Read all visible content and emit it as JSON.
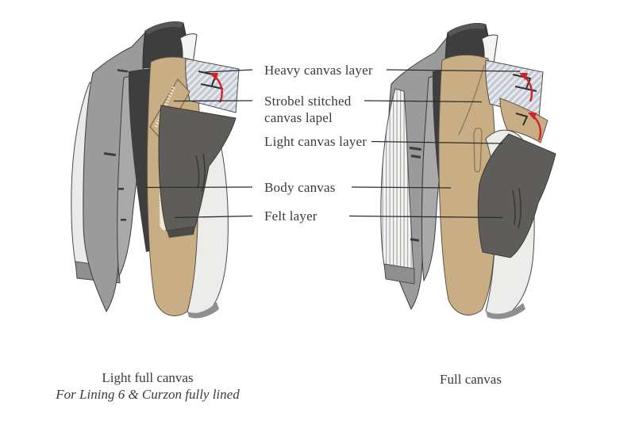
{
  "diagram": {
    "type": "labeled-illustration",
    "subject": "Suit jacket canvas construction comparison (light full canvas vs full canvas)",
    "layer_labels": {
      "heavy": "Heavy canvas layer",
      "strobel": "Strobel stitched canvas lapel",
      "light": "Light canvas layer",
      "body": "Body canvas",
      "felt": "Felt layer"
    },
    "captions": {
      "left_title": "Light full canvas",
      "left_subtitle": "For Lining 6 & Curzon fully lined",
      "right_title": "Full canvas"
    },
    "icons": [
      "curved-arrow-icon"
    ],
    "colors": {
      "body_canvas_tan": "#c9ae85",
      "felt_gray": "#5f5d5a",
      "heavy_canvas_blue_gray": "#c5ccd4",
      "jacket_gray": "#9b9b9b",
      "lapel_gray": "#a9a9a9",
      "lining_light": "#ececea",
      "sleeve_lining_light": "#eaeae8",
      "mannequin_dark": "#3e3e3e",
      "shirt_white": "#f4f4f2",
      "cuff_gray": "#8f8f8f",
      "arrow_red": "#d42029",
      "leader_line": "#2c2c2c",
      "text": "#3a3a40"
    }
  }
}
